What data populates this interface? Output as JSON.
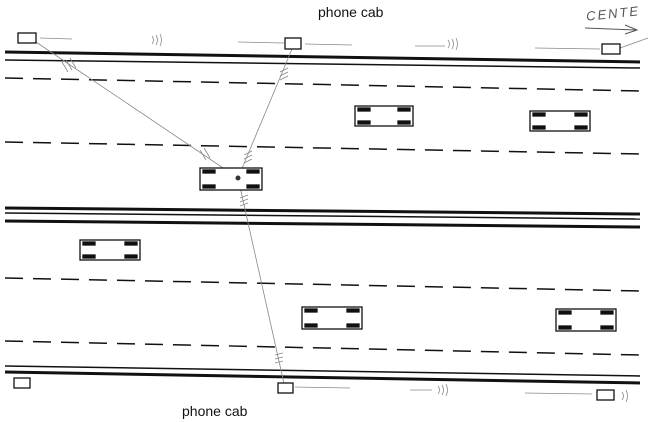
{
  "labels": {
    "phone_cab_top": "phone cab",
    "phone_cab_bottom": "phone cab",
    "center": "CENTE"
  },
  "colors": {
    "ink": "#111111",
    "signal": "#888888"
  }
}
